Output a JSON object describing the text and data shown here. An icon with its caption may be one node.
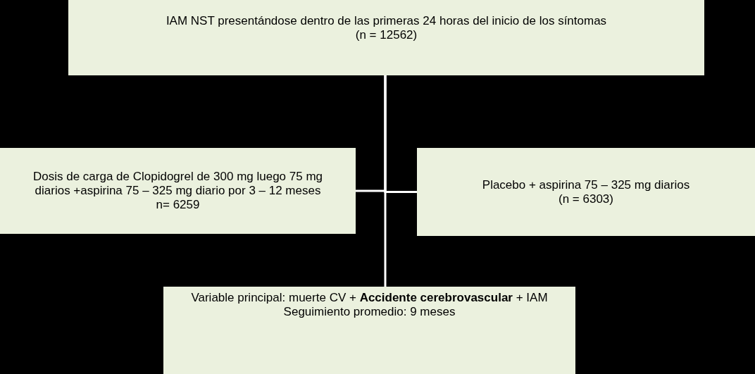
{
  "diagram": {
    "nodes": [
      {
        "text": [
          "IAM NST presentándose dentro de las primeras 24 horas del inicio de los síntomas",
          "(n = 12562)"
        ]
      },
      {
        "text": [
          "Dosis de carga de Clopidogrel de 300 mg luego 75 mg diarios +aspirina 75 – 325 mg diario por 3 – 12 meses",
          "n= 6259"
        ]
      },
      {
        "text": [
          "Placebo + aspirina 75 – 325 mg diarios",
          "(n = 6303)"
        ]
      },
      {
        "text": [
          "Variable principal: muerte CV + **Accidente cerebrovascular** + IAM",
          "Seguimiento promedio: 9 meses"
        ]
      }
    ],
    "edges": [
      {
        "from": 0,
        "to": 1,
        "arrow": "none"
      },
      {
        "from": 0,
        "to": 2,
        "arrow": "none"
      },
      {
        "from": 0,
        "to": 3,
        "arrow": "none"
      }
    ]
  }
}
